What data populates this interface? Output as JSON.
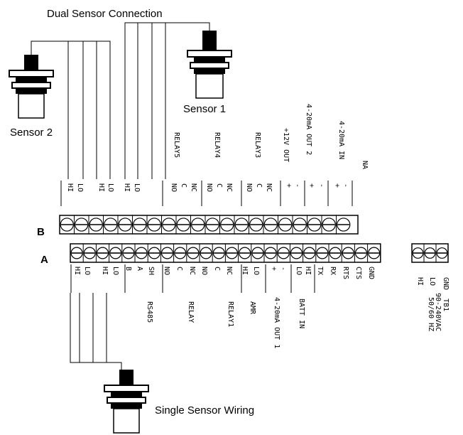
{
  "labels": {
    "dual_sensor_title": "Dual Sensor Connection",
    "sensor1": "Sensor 1",
    "sensor2": "Sensor 2",
    "single_sensor": "Single Sensor Wiring",
    "row_b": "B",
    "row_a": "A"
  },
  "row_b": {
    "terminal_count": 20,
    "bottom_labels": [
      "HI",
      "LO",
      "HI",
      "LO",
      "HI",
      "LO",
      "NO",
      "C",
      "NC",
      "NO",
      "C",
      "NC",
      "NO",
      "C",
      "NC",
      "+",
      "-",
      "+",
      "-",
      "+",
      "-"
    ],
    "top_labels": [
      "RELAY5",
      "RELAY4",
      "RELAY3",
      "+12V OUT",
      "4-20mA OUT 2",
      "4-20mA IN",
      "NA"
    ]
  },
  "row_a": {
    "terminal_count": 24,
    "labels": [
      "HI",
      "LO",
      "HI",
      "LO",
      "B",
      "A",
      "SH",
      "NO",
      "C",
      "NC",
      "NO",
      "C",
      "NC",
      "HI",
      "LO",
      "+",
      "-",
      "LO",
      "HI",
      "TX",
      "RX",
      "RTS",
      "CTS",
      "GND"
    ],
    "group_labels": [
      "RS485",
      "RELAY",
      "RELAY1",
      "AMR",
      "4-20mA OUT 1",
      "BATT IN"
    ]
  },
  "tb1": {
    "terminal_count": 3,
    "labels": [
      "HI",
      "LO",
      "GND"
    ],
    "name": "TB1",
    "rating_line1": "90-240VAC",
    "rating_line2": "50/60 HZ"
  }
}
